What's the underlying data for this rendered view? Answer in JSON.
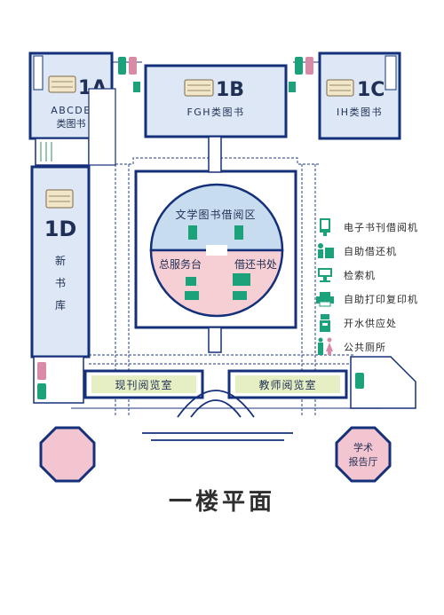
{
  "rooms": {
    "r1a": {
      "code": "1A",
      "name_line1": "ABCDE",
      "name_line2": "类图书"
    },
    "r1b": {
      "code": "1B",
      "name_line1": "FGH类图书"
    },
    "r1c": {
      "code": "1C",
      "name_line1": "IH类图书"
    },
    "r1d": {
      "code": "1D",
      "name_chars": [
        "新",
        "书",
        "库"
      ]
    },
    "reading_area": "文学图书借阅区",
    "service_desk": "总服务台",
    "return_desk": "借还书处",
    "periodicals_room": "现刊阅览室",
    "faculty_room": "教师阅览室",
    "lecture_hall_line1": "学术",
    "lecture_hall_line2": "报告厅"
  },
  "legend": [
    {
      "icon": "ebook-kiosk-icon",
      "label": "电子书刊借阅机"
    },
    {
      "icon": "self-checkout-icon",
      "label": "自助借还机"
    },
    {
      "icon": "search-terminal-icon",
      "label": "检索机"
    },
    {
      "icon": "printer-icon",
      "label": "自助打印复印机"
    },
    {
      "icon": "water-dispenser-icon",
      "label": "开水供应处"
    },
    {
      "icon": "restroom-icon",
      "label": "公共厕所"
    }
  ],
  "floor_title": "一楼平面",
  "colors": {
    "room_fill": "#dde7f5",
    "wall": "#1d3b8a",
    "room_border": "#14307a",
    "service_fill": "#f6cfd4",
    "reading_fill": "#c8dcef",
    "label_fill": "#e6efc4",
    "hall_fill": "#f3c5d0",
    "accent_green": "#1ca27a"
  }
}
